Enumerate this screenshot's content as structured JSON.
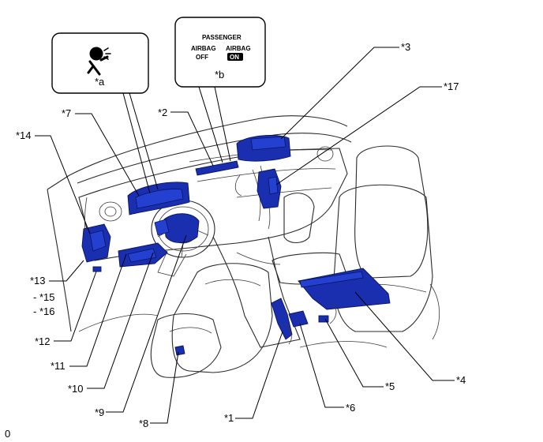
{
  "figure_id": "0",
  "callouts": {
    "a": {
      "label": "*a",
      "icon": "airbag-person-icon"
    },
    "b": {
      "label": "*b",
      "header": "PASSENGER",
      "left_line1": "AIRBAG",
      "left_line2": "OFF",
      "right_line1": "AIRBAG",
      "right_line2": "ON"
    }
  },
  "labels": {
    "l1": "*1",
    "l2": "*2",
    "l3": "*3",
    "l4": "*4",
    "l5": "*5",
    "l6": "*6",
    "l7": "*7",
    "l8": "*8",
    "l9": "*9",
    "l10": "*10",
    "l11": "*11",
    "l12": "*12",
    "l13": "*13",
    "l14": "*14",
    "l15": "- *15",
    "l16": "- *16",
    "l17": "*17"
  }
}
